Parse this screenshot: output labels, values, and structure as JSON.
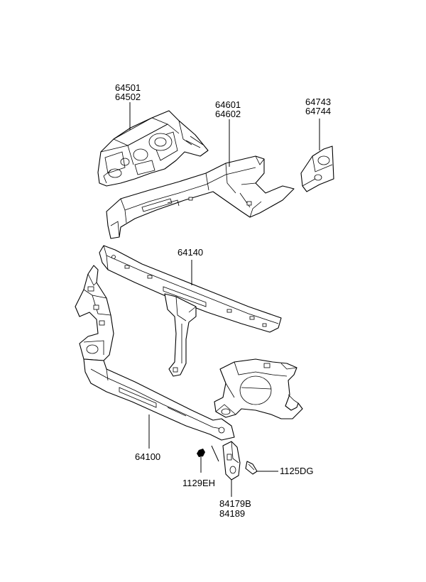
{
  "labels": {
    "p64501": "64501",
    "p64502": "64502",
    "p64601": "64601",
    "p64602": "64602",
    "p64743": "64743",
    "p64744": "64744",
    "p64140": "64140",
    "p64100": "64100",
    "p1129EH": "1129EH",
    "p1125DG": "1125DG",
    "p84179B": "84179B",
    "p84189": "84189"
  }
}
